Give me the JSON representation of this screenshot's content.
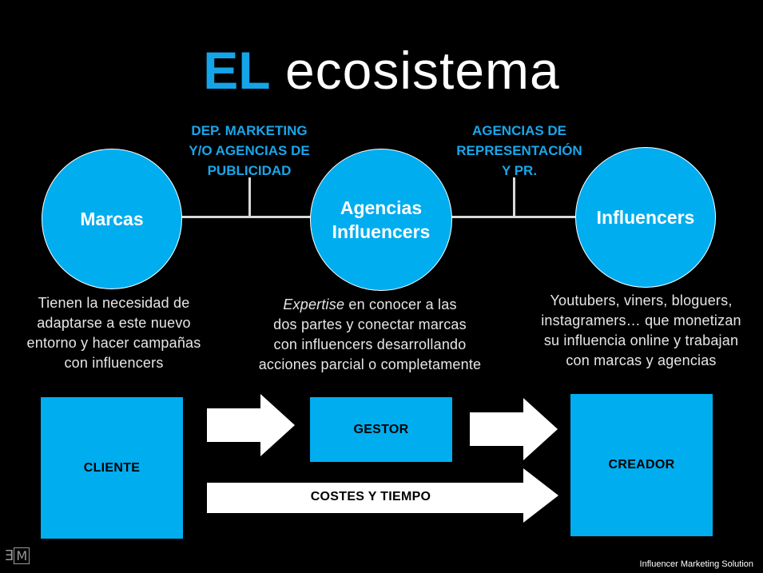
{
  "title": {
    "strong": "EL",
    "light": "ecosistema"
  },
  "connectors": {
    "left_label": "DEP. MARKETING\nY/O AGENCIAS DE\nPUBLICIDAD",
    "right_label": "AGENCIAS DE\nREPRESENTACIÓN\nY PR."
  },
  "nodes": {
    "marcas": "Marcas",
    "agencias": "Agencias\nInfluencers",
    "influencers": "Influencers"
  },
  "descriptions": {
    "marcas": "Tienen la necesidad de\nadaptarse a este nuevo\nentorno y hacer campañas\ncon influencers",
    "agencias_italic": "Expertise",
    "agencias_rest": " en conocer a las\ndos partes y conectar marcas\ncon influencers desarrollando\nacciones parcial o completamente",
    "influencers": "Youtubers, viners, bloguers,\ninstagramers… que monetizan\nsu influencia online y trabajan\ncon marcas y agencias"
  },
  "boxes": {
    "cliente": "CLIENTE",
    "gestor": "GESTOR",
    "creador": "CREADOR"
  },
  "arrows": {
    "costes": "COSTES Y TIEMPO"
  },
  "logo": {
    "left": "Ǝ",
    "right": "M"
  },
  "footer": "Influencer Marketing Solution",
  "colors": {
    "accent": "#00adef",
    "title_accent": "#16a4e8",
    "background": "#000000"
  }
}
